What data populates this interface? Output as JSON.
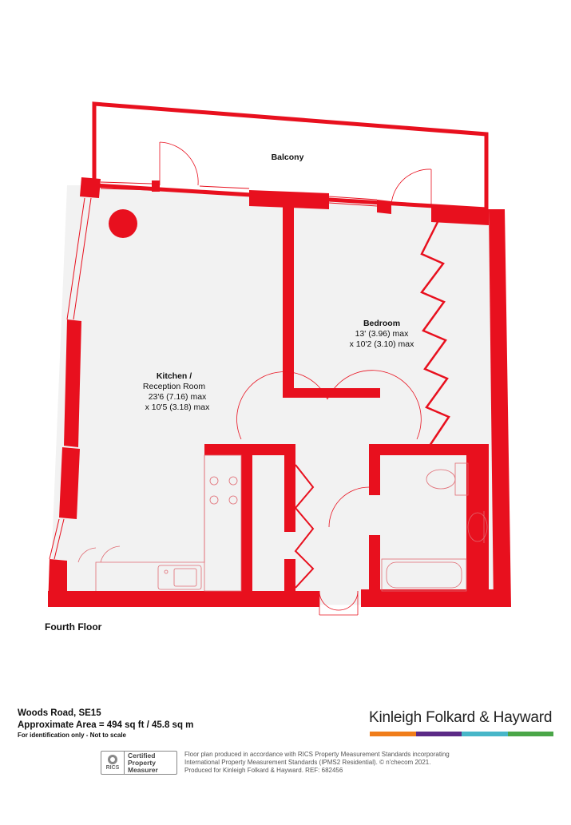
{
  "floor_label": "Fourth Floor",
  "rooms": {
    "balcony": {
      "name": "Balcony"
    },
    "bedroom": {
      "name": "Bedroom",
      "dim1": "13' (3.96) max",
      "dim2": "x 10'2 (3.10) max"
    },
    "kitchen": {
      "name1": "Kitchen /",
      "name2": "Reception Room",
      "dim1": "23'6 (7.16) max",
      "dim2": "x 10'5 (3.18) max"
    }
  },
  "property": {
    "address": "Woods Road, SE15",
    "area": "Approximate Area = 494 sq ft / 45.8 sq m",
    "disclaimer": "For identification only - Not to scale"
  },
  "brand": {
    "name": "Kinleigh Folkard & Hayward",
    "bar_colors": [
      "#f07d1a",
      "#5b2a86",
      "#47b6c8",
      "#4aa648"
    ]
  },
  "rics": {
    "logo_text": "RICS",
    "cert_line1": "Certified",
    "cert_line2": "Property",
    "cert_line3": "Measurer"
  },
  "small_print": {
    "line1": "Floor plan produced in accordance with RICS Property Measurement Standards incorporating",
    "line2": "International Property Measurement Standards (IPMS2 Residential).  © n'checom 2021.",
    "line3": "Produced for Kinleigh Folkard & Hayward.   REF: 682456"
  },
  "colors": {
    "wall": "#e8101e",
    "floor": "#f2f2f2",
    "fixture": "#e06a72"
  }
}
